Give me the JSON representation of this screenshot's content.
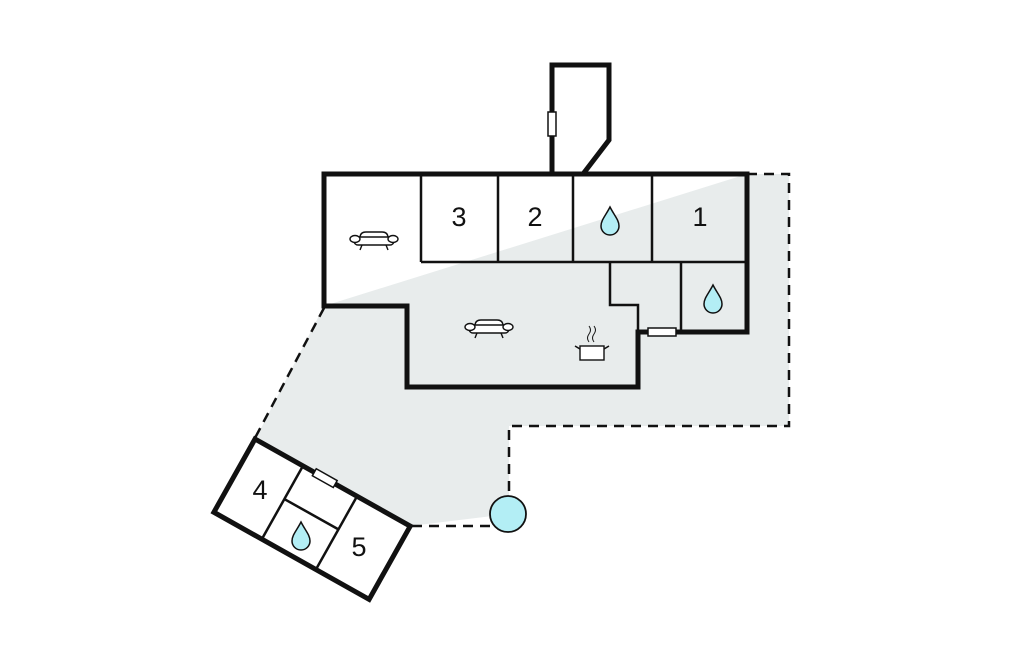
{
  "rooms": {
    "room1": "1",
    "room2": "2",
    "room3": "3",
    "room4": "4",
    "room5": "5"
  },
  "icons": [
    "sofa-icon",
    "sofa-icon",
    "cooking-pot-icon",
    "water-drop-icon",
    "water-drop-icon",
    "water-drop-icon"
  ],
  "colors": {
    "terrace": "#e8ecec",
    "water": "#b3eef5",
    "wall": "#111111"
  }
}
